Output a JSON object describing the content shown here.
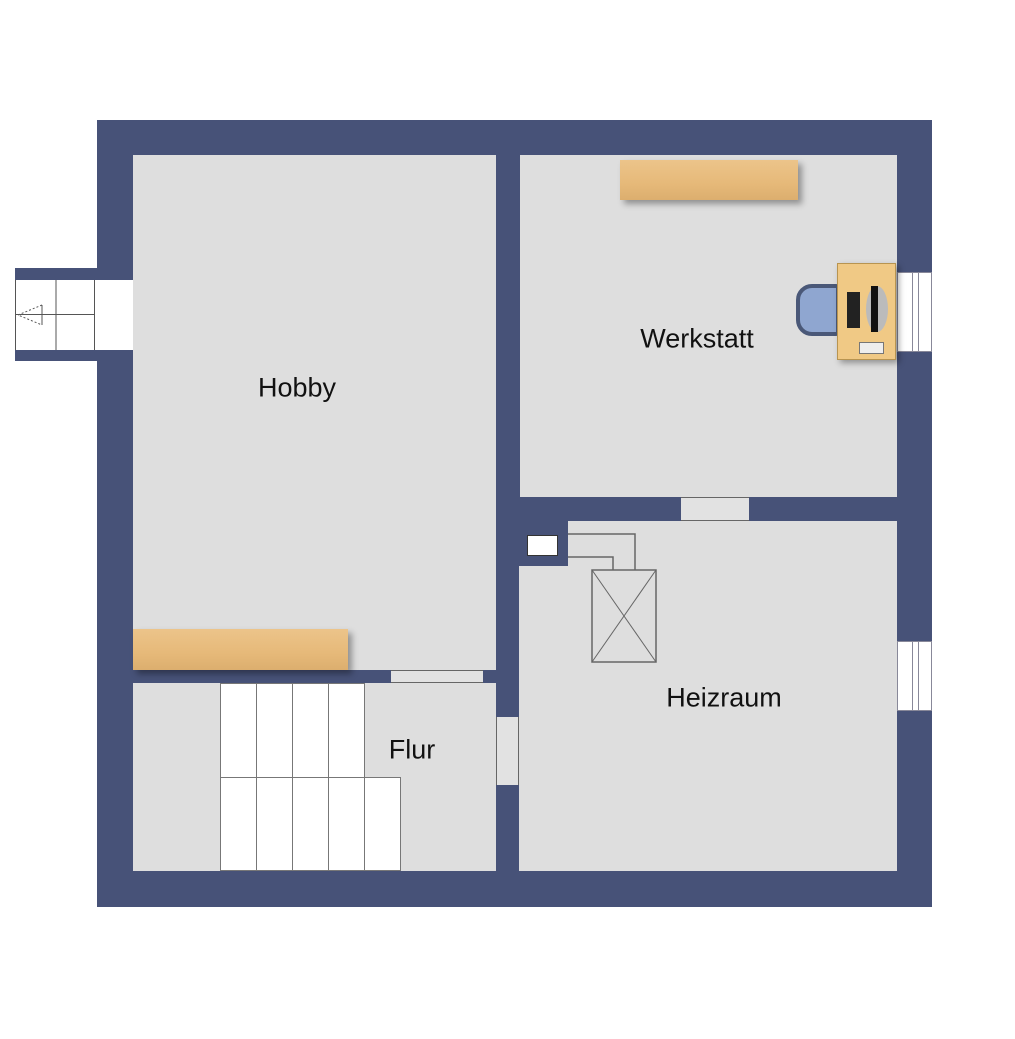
{
  "rooms": {
    "hobby": {
      "label": "Hobby"
    },
    "werkstatt": {
      "label": "Werkstatt"
    },
    "heizraum": {
      "label": "Heizraum"
    },
    "flur": {
      "label": "Flur"
    }
  },
  "colors": {
    "wall": "#475278",
    "floor": "#dedede",
    "shelf": "#e6b979"
  }
}
